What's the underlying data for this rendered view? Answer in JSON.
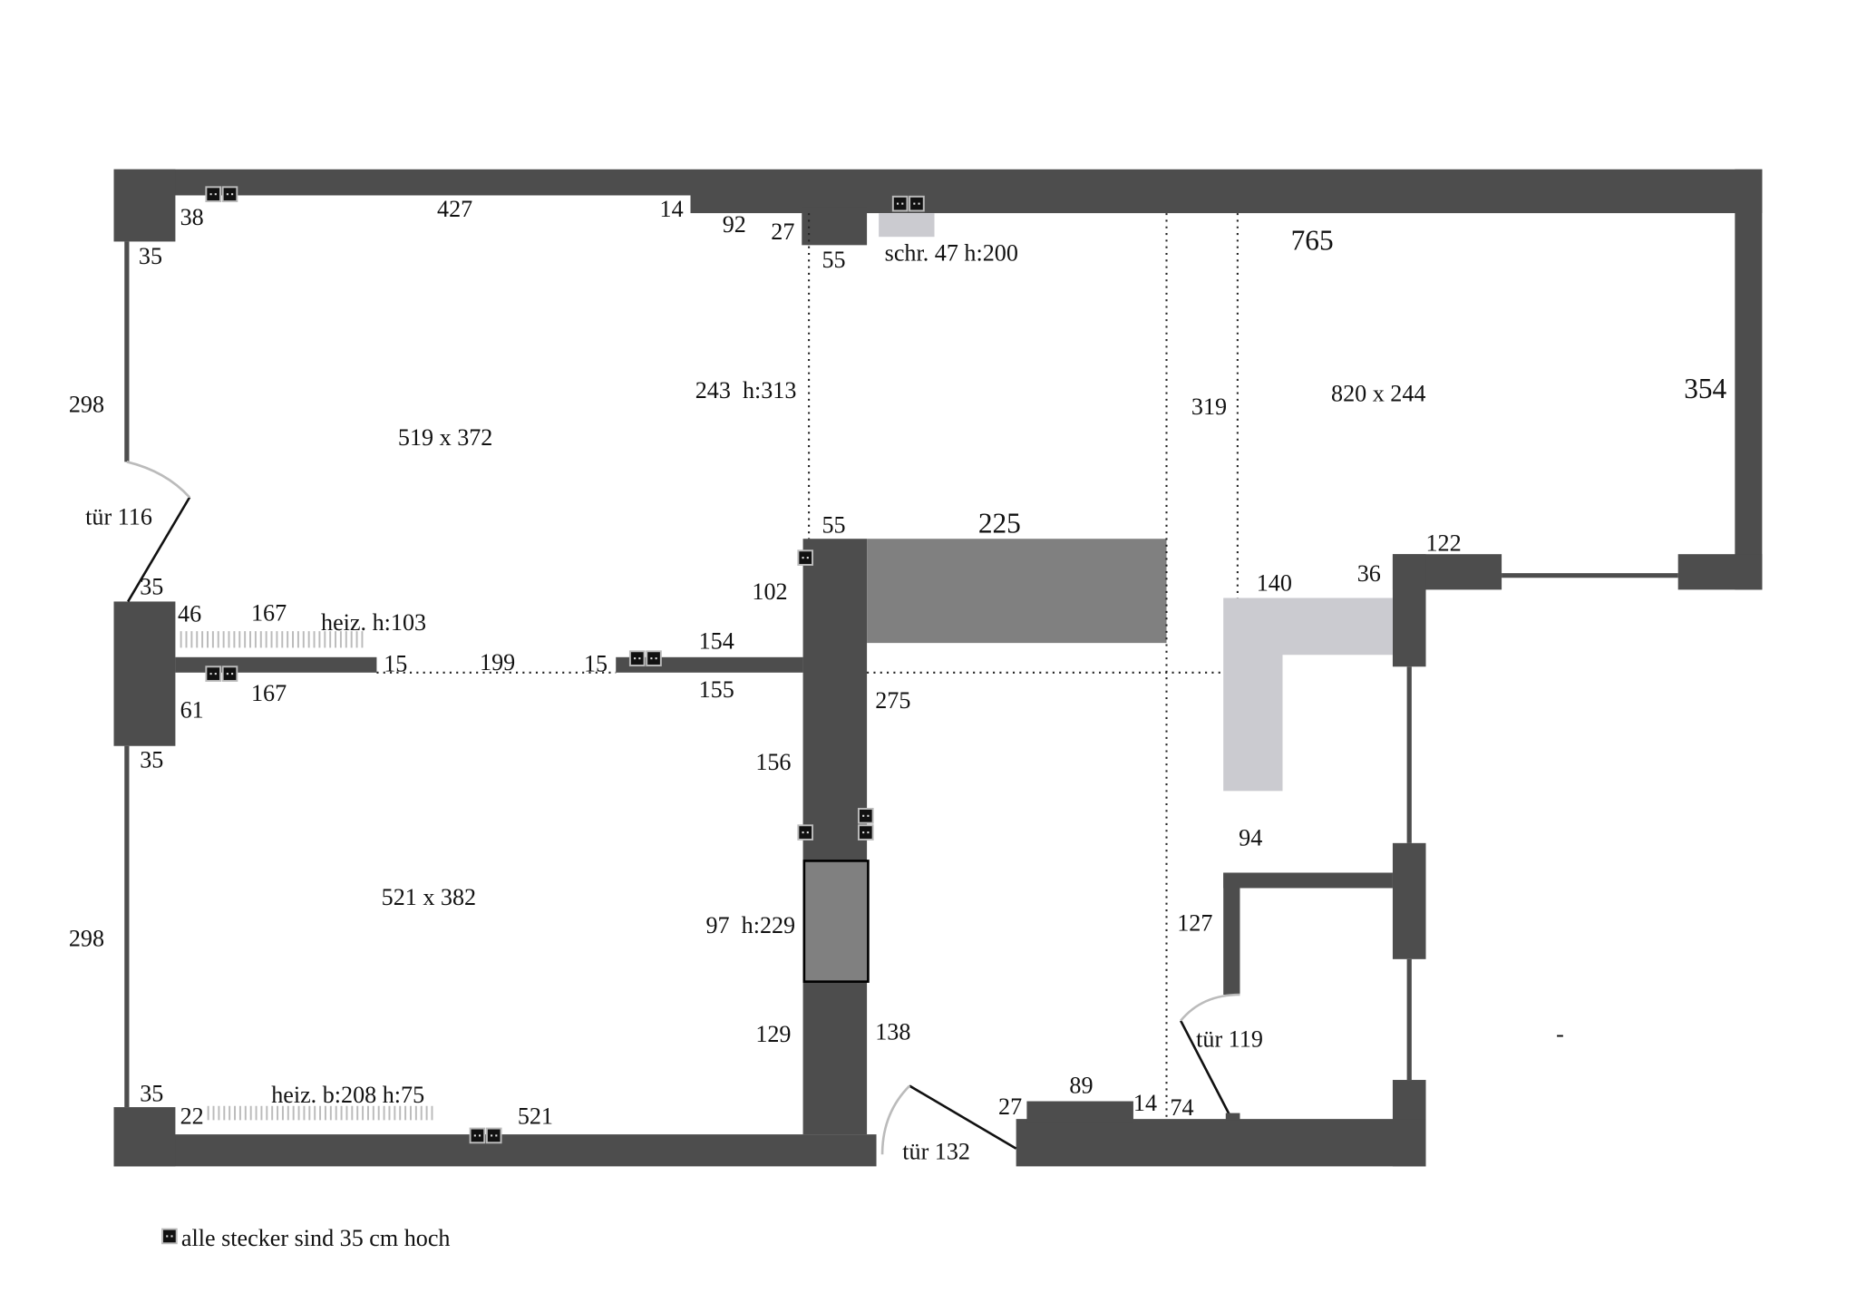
{
  "colors": {
    "wall": "#4d4d4d",
    "block": "#808080",
    "furniture": "#cbcbd0"
  },
  "rooms": {
    "room1": "519 x 372",
    "room2": "521 x 382",
    "room3": "820 x 244"
  },
  "labels": {
    "l38": "38",
    "l427": "427",
    "l14a": "14",
    "l92": "92",
    "l27a": "27",
    "l55a": "55",
    "schr": "schr. 47 h:200",
    "l765": "765",
    "l35a": "35",
    "l298a": "298",
    "l243": "243  h:313",
    "l319": "319",
    "l354": "354",
    "tur116": "tür 116",
    "l55b": "55",
    "l225": "225",
    "l122": "122",
    "l35b": "35",
    "l36": "36",
    "l140": "140",
    "l102": "102",
    "l46": "46",
    "l167a": "167",
    "heiz1": "heiz. h:103",
    "l154": "154",
    "l15a": "15",
    "l199": "199",
    "l15b": "15",
    "l167b": "167",
    "l155": "155",
    "l275": "275",
    "l61": "61",
    "l35c": "35",
    "l156": "156",
    "l94": "94",
    "l298b": "298",
    "l97": "97  h:229",
    "l127": "127",
    "l129": "129",
    "l138": "138",
    "tur119": "tür 119",
    "dash": "-",
    "l35d": "35",
    "heiz2": "heiz. b:208 h:75",
    "l22": "22",
    "l521": "521",
    "l89": "89",
    "l27b": "27",
    "l14b": "14",
    "l74": "74",
    "tur132": "tür 132"
  },
  "legend": {
    "icon": "socket-icon",
    "text": "alle stecker sind 35 cm hoch"
  }
}
